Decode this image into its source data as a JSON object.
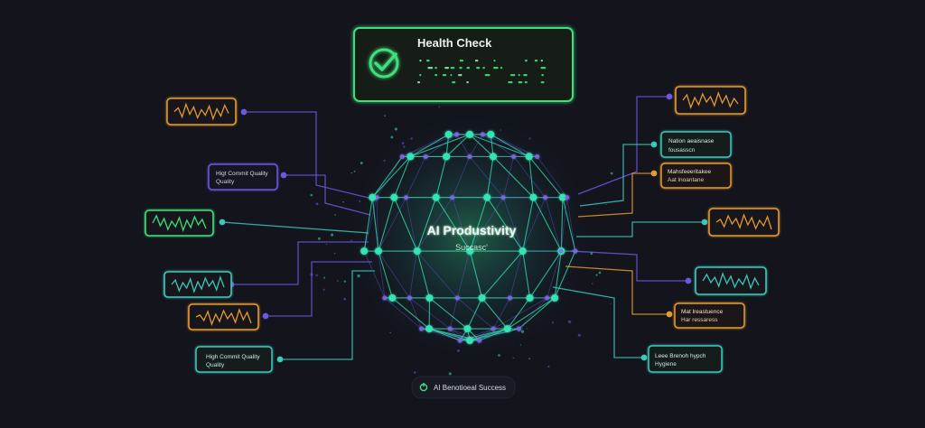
{
  "health": {
    "title": "Health Check",
    "status_icon": "check-circle-icon"
  },
  "center": {
    "line1": "AI Produstivity",
    "line2": "Succasc'"
  },
  "footer": {
    "icon": "power-icon",
    "label": "AI Benotioeal Success"
  },
  "labels": [
    {
      "id": "quality-left-1",
      "line1": "Higt Commit Quality",
      "line2": "Quality"
    },
    {
      "id": "quality-left-2",
      "line1": "High Commit Quality",
      "line2": "Quality"
    },
    {
      "id": "right-1",
      "line1": "Nation aeaisnase",
      "line2": "fousasscn"
    },
    {
      "id": "right-2",
      "line1": "Mahsfeeeritakee",
      "line2": "Aat lnoantane"
    },
    {
      "id": "right-3",
      "line1": "Mat lreastuence",
      "line2": "Har ressaress"
    },
    {
      "id": "right-4",
      "line1": "Leee Brenoh hypch",
      "line2": "Hygiene"
    }
  ],
  "colors": {
    "green": "#3ee07a",
    "orange": "#e39a2e",
    "teal": "#3cc7b7",
    "purple": "#6b57e0",
    "node": "#34e3b4",
    "background": "#13141c"
  },
  "waveform_icons": [
    {
      "id": "wave-left-1",
      "color": "orange"
    },
    {
      "id": "wave-left-2",
      "color": "green"
    },
    {
      "id": "wave-left-3",
      "color": "teal"
    },
    {
      "id": "wave-left-4",
      "color": "orange"
    },
    {
      "id": "wave-right-1",
      "color": "orange"
    },
    {
      "id": "wave-right-2",
      "color": "orange"
    },
    {
      "id": "wave-right-3",
      "color": "teal"
    }
  ]
}
